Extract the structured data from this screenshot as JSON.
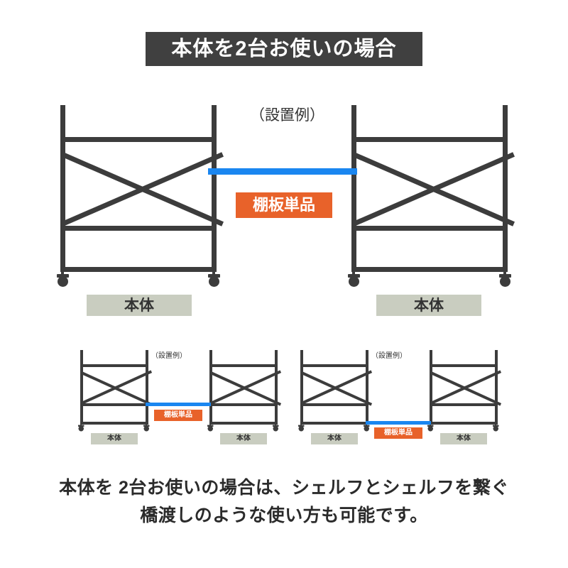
{
  "header": {
    "title": "本体を2台お使いの場合",
    "background_color": "#404040",
    "text_color": "#ffffff"
  },
  "colors": {
    "frame": "#3c3c3c",
    "connector_blue": "#1a86f0",
    "badge_orange": "#e8622a",
    "badge_sage": "#c9cdc0",
    "page_background": "#ffffff",
    "caption_text": "#2b2b2b"
  },
  "main_diagram": {
    "example_note": "（設置例）",
    "connector_label": "棚板単品",
    "left_unit_label": "本体",
    "right_unit_label": "本体",
    "shelf_levels": 3,
    "has_cross_brace": true,
    "caster_count_per_unit": 2,
    "connector_position": "middle"
  },
  "mini_diagrams": [
    {
      "example_note": "（設置例）",
      "connector_label": "棚板単品",
      "left_unit_label": "本体",
      "right_unit_label": "本体",
      "connector_position": "middle"
    },
    {
      "example_note": "（設置例）",
      "connector_label": "棚板単品",
      "left_unit_label": "本体",
      "right_unit_label": "本体",
      "connector_position": "bottom"
    }
  ],
  "caption": {
    "line1": "本体を 2台お使いの場合は、シェルフとシェルフを繋ぐ",
    "line2": "橋渡しのような使い方も可能です。"
  }
}
